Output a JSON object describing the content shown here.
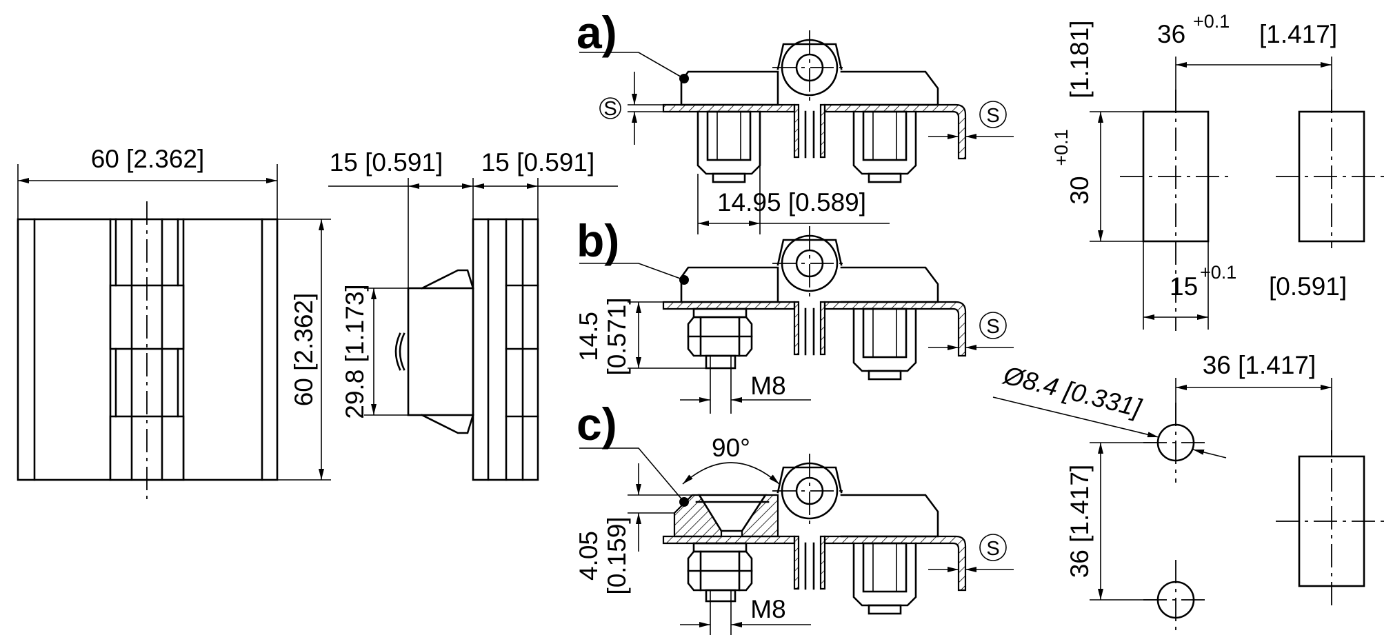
{
  "front_view": {
    "width_dim": "60 [2.362]",
    "height_dim": "60 [2.362]"
  },
  "side_view": {
    "dim_left": "15 [0.591]",
    "dim_right": "15 [0.591]",
    "height_dim": "29.8 [1.173]"
  },
  "variant_a": {
    "label": "a)",
    "s_symbol": "S",
    "depth_dim": "14.95 [0.589]"
  },
  "variant_b": {
    "label": "b)",
    "s_symbol": "S",
    "height_dim_a": "14.5",
    "height_dim_b": "[0.571]",
    "thread": "M8"
  },
  "variant_c": {
    "label": "c)",
    "s_symbol": "S",
    "angle": "90°",
    "height_dim_a": "4.05",
    "height_dim_b": "[0.159]",
    "thread": "M8"
  },
  "cutout_a": {
    "spacing_base": "36",
    "spacing_tol": "+0.1",
    "spacing_in": "[1.417]",
    "height_base": "30",
    "height_tol": "+0.1",
    "height_in": "[1.181]",
    "width_base": "15",
    "width_tol": "+0.1",
    "width_in": "[0.591]"
  },
  "cutout_b": {
    "spacing_dim": "36 [1.417]",
    "diameter_dim": "Ø8.4 [0.331]",
    "vertical_dim": "36 [1.417]"
  }
}
